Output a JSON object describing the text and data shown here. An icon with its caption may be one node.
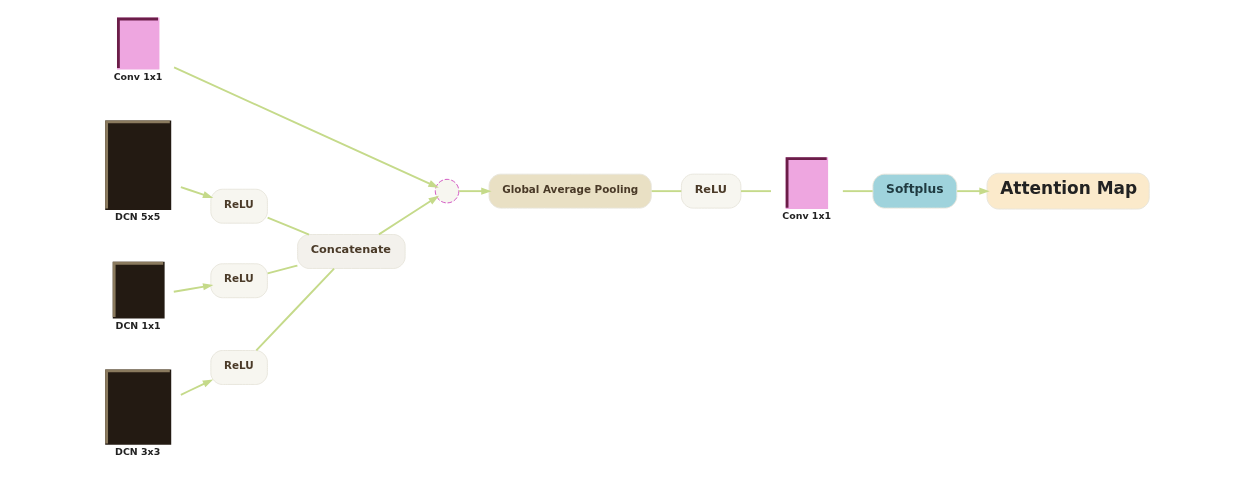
{
  "diagram": {
    "nodes": [
      {
        "text": [
          "DCN 5x5"
        ]
      },
      {
        "text": [
          "ReLU"
        ]
      },
      {
        "text": [
          "DCN 3x3"
        ]
      },
      {
        "text": [
          "ReLU"
        ]
      },
      {
        "text": [
          "DCN 1x1"
        ]
      },
      {
        "text": [
          "ReLU"
        ]
      },
      {
        "text": [
          "Concatenate"
        ]
      },
      {
        "text": [],
        "shape": "circle"
      },
      {
        "text": [
          "Conv 1x1"
        ]
      },
      {
        "text": [
          "Global Average Pooling"
        ]
      },
      {
        "text": [
          "ReLU"
        ]
      },
      {
        "text": [
          "Conv 1x1"
        ]
      },
      {
        "text": [
          "Softplus"
        ]
      },
      {
        "text": [
          "Attention Map"
        ]
      }
    ],
    "edges": [
      {
        "from": 0,
        "to": 1,
        "arrow": "to"
      },
      {
        "from": 2,
        "to": 3,
        "arrow": "to"
      },
      {
        "from": 4,
        "to": 5,
        "arrow": "to"
      },
      {
        "from": 1,
        "to": 6,
        "arrow": "none"
      },
      {
        "from": 3,
        "to": 6,
        "arrow": "none"
      },
      {
        "from": 5,
        "to": 6,
        "arrow": "none"
      },
      {
        "from": 6,
        "to": 7,
        "arrow": "to"
      },
      {
        "from": 8,
        "to": 7,
        "arrow": "to"
      },
      {
        "from": 7,
        "to": 9,
        "arrow": "to"
      },
      {
        "from": 9,
        "to": 10,
        "arrow": "none"
      },
      {
        "from": 10,
        "to": 11,
        "arrow": "none"
      },
      {
        "from": 11,
        "to": 12,
        "arrow": "none"
      },
      {
        "from": 12,
        "to": 13,
        "arrow": "to"
      }
    ]
  }
}
